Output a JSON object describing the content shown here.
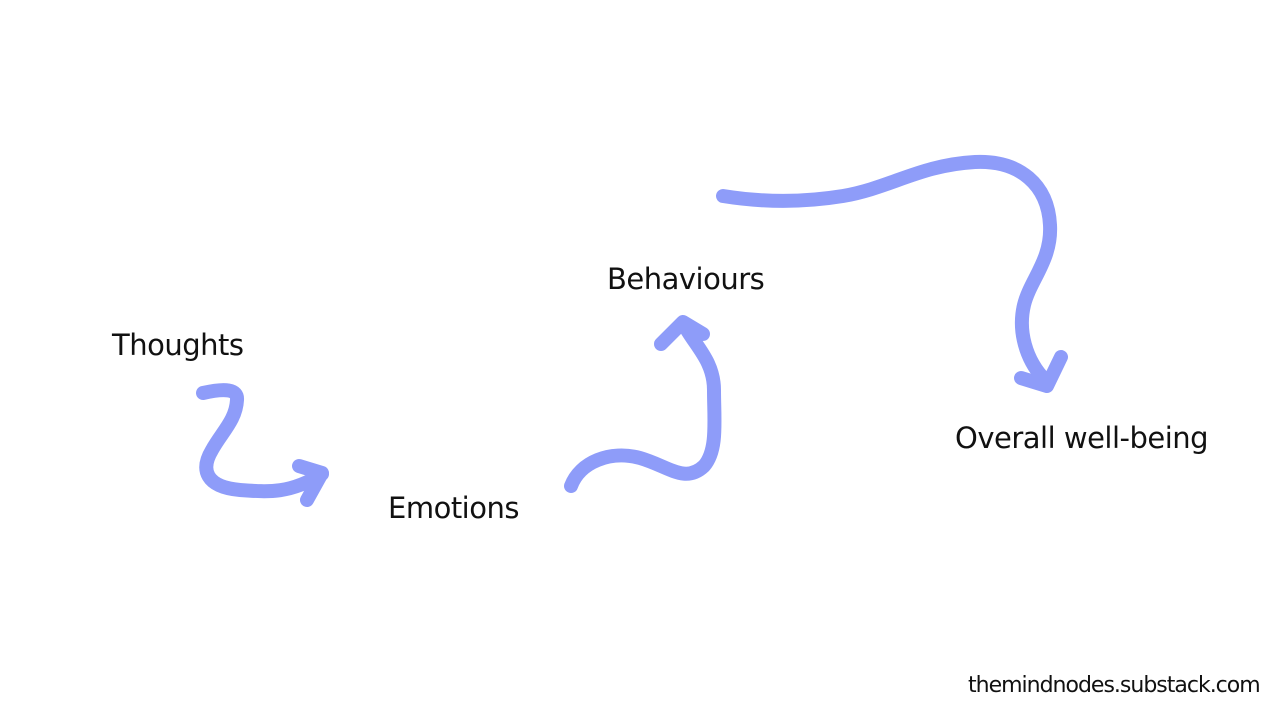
{
  "diagram": {
    "nodes": [
      {
        "id": "thoughts",
        "label": "Thoughts"
      },
      {
        "id": "emotions",
        "label": "Emotions"
      },
      {
        "id": "behaviours",
        "label": "Behaviours"
      },
      {
        "id": "wellbeing",
        "label": "Overall well-being"
      }
    ],
    "edges": [
      {
        "from": "thoughts",
        "to": "emotions"
      },
      {
        "from": "emotions",
        "to": "behaviours"
      },
      {
        "from": "behaviours",
        "to": "wellbeing"
      }
    ],
    "arrow_color": "#8E9CF9",
    "text_color": "#111111",
    "background": "#FFFFFF"
  },
  "footer": {
    "watermark": "themindnodes.substack.com"
  }
}
